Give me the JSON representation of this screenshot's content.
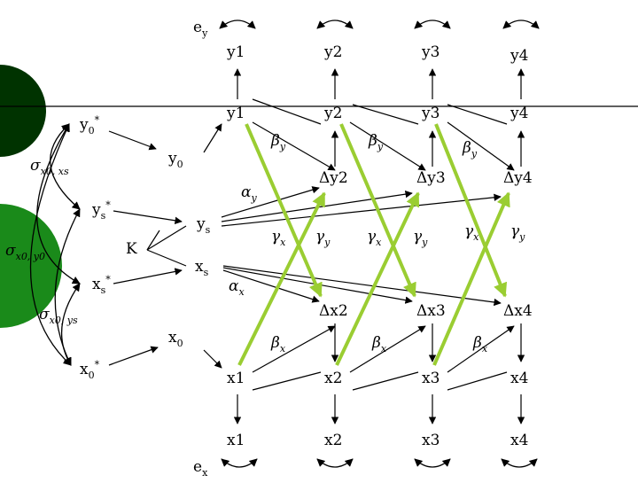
{
  "nodes": {
    "ey": "e",
    "ey_sub": "y",
    "ex": "e",
    "ex_sub": "x",
    "y1_obs": "y1",
    "y2_obs": "y2",
    "y3_obs": "y3",
    "y4_obs": "y4",
    "y1_lat": "y1",
    "y2_lat": "y2",
    "y3_lat": "y3",
    "y4_lat": "y4",
    "y0_star": "y",
    "y0_star_sub": "0",
    "y0": "y",
    "y0_sub": "0",
    "dy2": "Δy2",
    "dy3": "Δy3",
    "dy4": "Δy4",
    "ys_star": "y",
    "ys_star_sub": "s",
    "ys": "y",
    "ys_sub": "s",
    "K": "K",
    "xs_star": "x",
    "xs_star_sub": "s",
    "xs": "x",
    "xs_sub": "s",
    "dx2": "Δx2",
    "dx3": "Δx3",
    "dx4": "Δx4",
    "x0": "x",
    "x0_sub": "0",
    "x0_star": "x",
    "x0_star_sub": "0",
    "x1_lat": "x1",
    "x2_lat": "x2",
    "x3_lat": "x3",
    "x4_lat": "x4",
    "x1_obs": "x1",
    "x2_obs": "x2",
    "x3_obs": "x3",
    "x4_obs": "x4"
  },
  "params": {
    "beta": "β",
    "y": "y",
    "x": "x",
    "gamma": "γ",
    "alpha": "α",
    "sigma": "σ",
    "x0_y0": "x0, y0",
    "x0_xs": "x0, xs",
    "x0_ys": "x0, ys",
    "star": "*"
  },
  "colors": {
    "green_dark": "#003300",
    "green_mid": "#006600",
    "green_bright": "#1a8a1a",
    "lime_arrow": "#9acd32",
    "ink": "#000000"
  }
}
